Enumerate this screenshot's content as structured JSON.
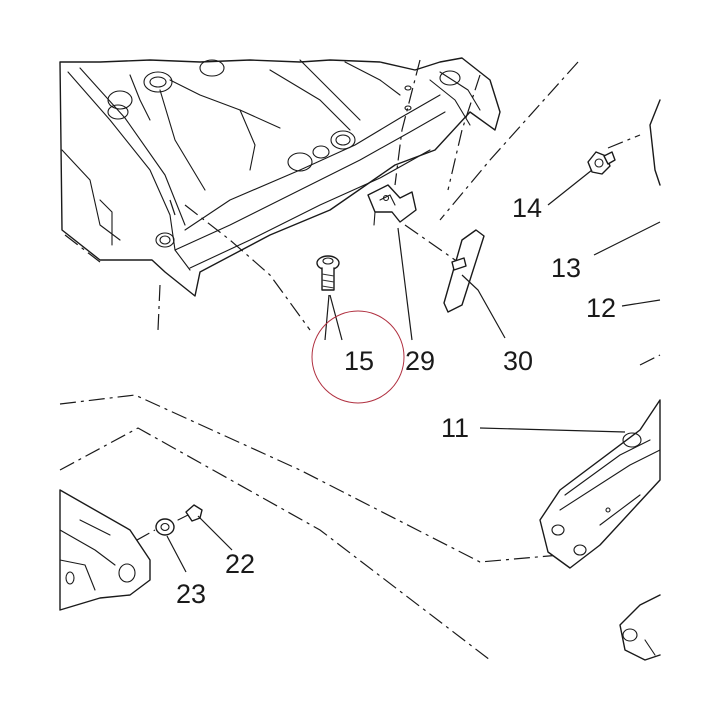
{
  "parts": [
    {
      "id": "callout-15",
      "label": "15"
    },
    {
      "id": "callout-29",
      "label": "29"
    },
    {
      "id": "callout-30",
      "label": "30"
    },
    {
      "id": "callout-14",
      "label": "14"
    },
    {
      "id": "callout-13",
      "label": "13"
    },
    {
      "id": "callout-12",
      "label": "12"
    },
    {
      "id": "callout-11",
      "label": "11"
    },
    {
      "id": "callout-22",
      "label": "22"
    },
    {
      "id": "callout-23",
      "label": "23"
    }
  ],
  "highlight": {
    "color": "#b03040",
    "target": "15"
  }
}
